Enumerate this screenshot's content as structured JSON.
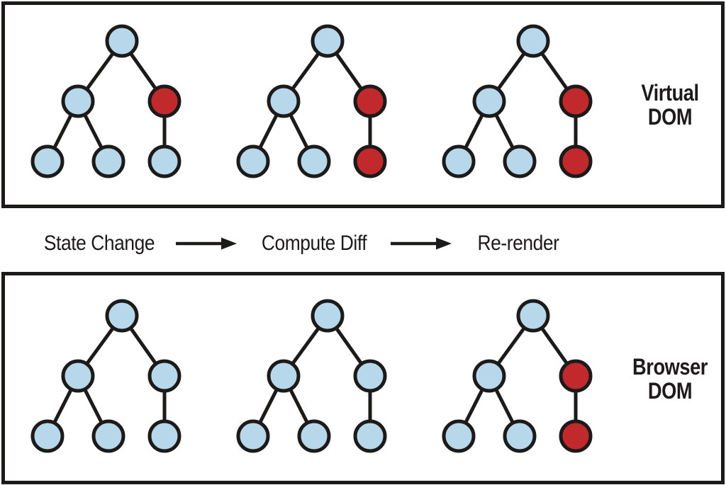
{
  "colors": {
    "blue": "#b7d7ea",
    "red": "#c1292d",
    "stroke": "#1c1b1a"
  },
  "panels": [
    {
      "label": "Virtual DOM",
      "trees": [
        {
          "nodes": [
            "blue",
            "blue",
            "red",
            "blue",
            "blue",
            "blue"
          ]
        },
        {
          "nodes": [
            "blue",
            "blue",
            "red",
            "blue",
            "blue",
            "red"
          ]
        },
        {
          "nodes": [
            "blue",
            "blue",
            "red",
            "blue",
            "blue",
            "red"
          ]
        }
      ]
    },
    {
      "label": "Browser DOM",
      "trees": [
        {
          "nodes": [
            "blue",
            "blue",
            "blue",
            "blue",
            "blue",
            "blue"
          ]
        },
        {
          "nodes": [
            "blue",
            "blue",
            "blue",
            "blue",
            "blue",
            "blue"
          ]
        },
        {
          "nodes": [
            "blue",
            "blue",
            "red",
            "blue",
            "blue",
            "red"
          ]
        }
      ]
    }
  ],
  "flow": {
    "steps": [
      "State Change",
      "Compute Diff",
      "Re-render"
    ]
  }
}
